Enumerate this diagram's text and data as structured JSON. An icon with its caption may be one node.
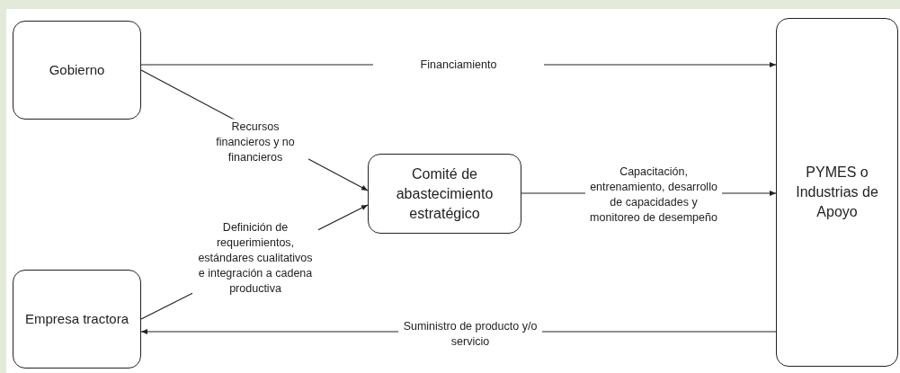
{
  "diagram": {
    "nodes": [
      {
        "text": [
          "Gobierno"
        ]
      },
      {
        "text": [
          "Empresa tractora"
        ]
      },
      {
        "text": [
          "Comité de abastecimiento estratégico"
        ]
      },
      {
        "text": [
          "PYMES o Industrias de Apoyo"
        ]
      }
    ],
    "edges": [
      {
        "from": 0,
        "to": 3,
        "arrow": "to",
        "label": "Financiamiento"
      },
      {
        "from": 0,
        "to": 2,
        "arrow": "to",
        "label": "Recursos financieros y no financieros"
      },
      {
        "from": 1,
        "to": 2,
        "arrow": "to",
        "label": "Definición de requerimientos, estándares cualitativos e integración a cadena productiva"
      },
      {
        "from": 2,
        "to": 3,
        "arrow": "to",
        "label": "Capacitación, entrenamiento, desarrollo de capacidades y monitoreo de desempeño"
      },
      {
        "from": 3,
        "to": 1,
        "arrow": "to",
        "label": "Suministro de producto y/o servicio"
      }
    ]
  }
}
